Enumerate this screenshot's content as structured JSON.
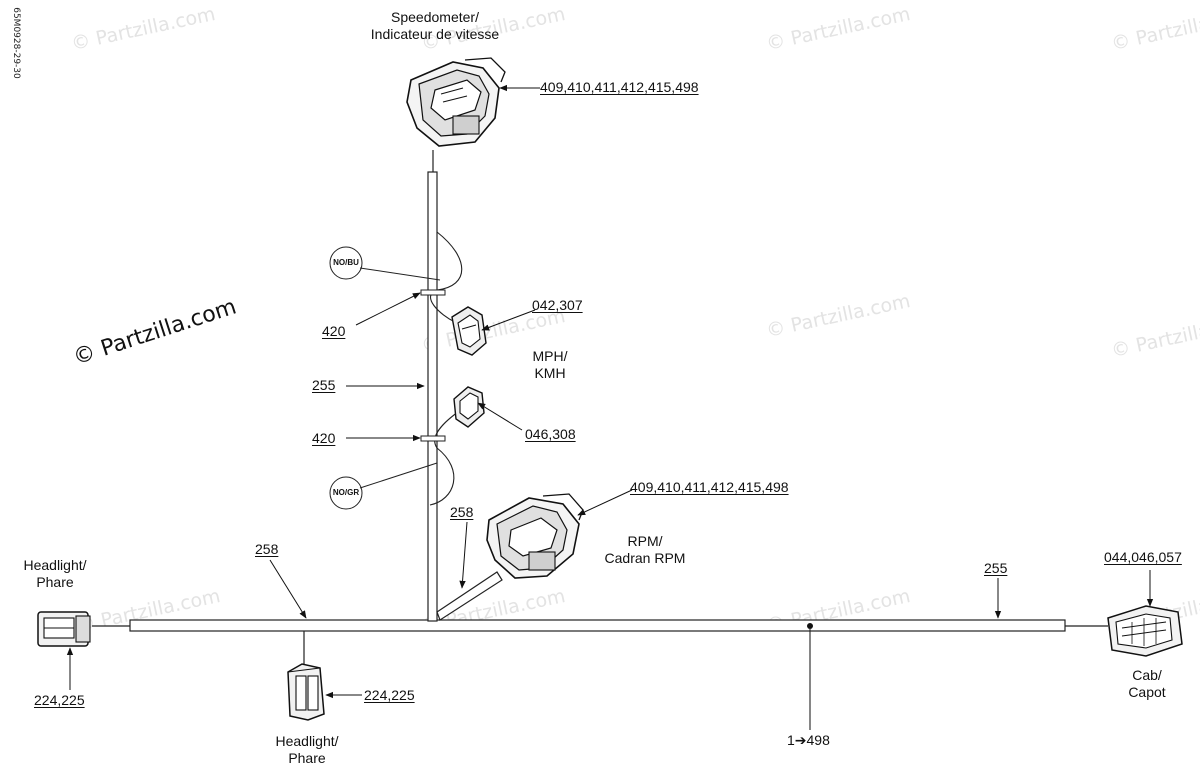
{
  "document_id": "65M0928-29-30",
  "watermark": "© Partzilla.com",
  "labels": {
    "speedometer": [
      "Speedometer/",
      "Indicateur de vitesse"
    ],
    "mph": [
      "MPH/",
      "KMH"
    ],
    "rpm": [
      "RPM/",
      "Cadran RPM"
    ],
    "headlight_left": [
      "Headlight/",
      "Phare"
    ],
    "headlight_bottom": [
      "Headlight/",
      "Phare"
    ],
    "cab": [
      "Cab/",
      "Capot"
    ],
    "tag_nobu": "NO/BU",
    "tag_nogr": "NO/GR"
  },
  "part_numbers": {
    "speedo_conn": "409,410,411,412,415,498",
    "mph_conn_top": "042,307",
    "mph_conn_bottom": "046,308",
    "rpm_conn": "409,410,411,412,415,498",
    "clamp_top": "420",
    "clamp_bottom": "420",
    "harness_vertical": "255",
    "rpm_branch": "258",
    "harness_left": "258",
    "harness_right": "255",
    "cab_conn": "044,046,057",
    "headlight_left_conn": "224,225",
    "headlight_bottom_conn": "224,225",
    "splice": "1➔498"
  }
}
